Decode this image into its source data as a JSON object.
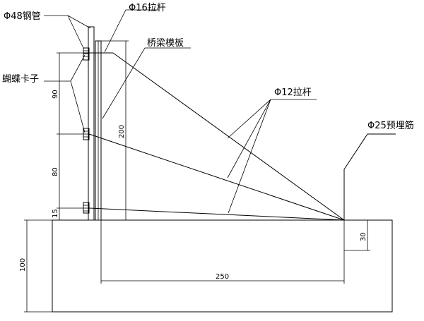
{
  "labels": {
    "steel_pipe": "Φ48钢管",
    "tie_rod_16": "Φ16拉杆",
    "formwork": "桥梁模板",
    "butterfly_clip": "蝴蝶卡子",
    "tie_rod_12": "Φ12拉杆",
    "embedded_bar": "Φ25预埋筋"
  },
  "dimensions": {
    "d90": "90",
    "d80": "80",
    "d15": "15",
    "d200": "200",
    "d100": "100",
    "d30": "30",
    "d250": "250"
  }
}
